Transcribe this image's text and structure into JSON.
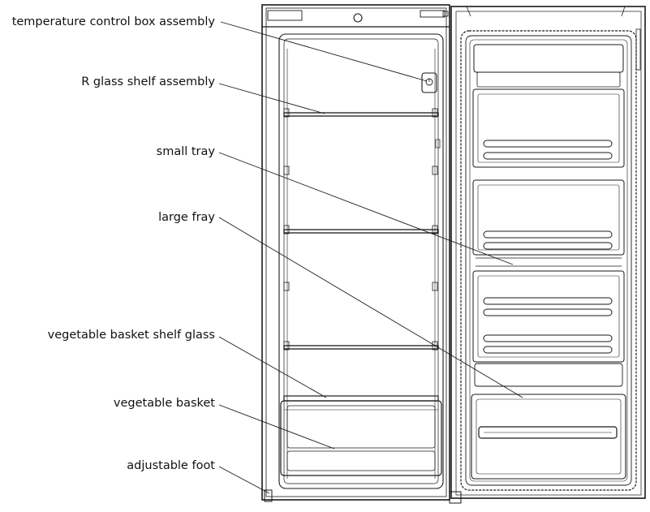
{
  "labels": {
    "temperature_control": "temperature control box assembly",
    "r_glass_shelf": "R glass shelf assembly",
    "small_tray": "small tray",
    "large_fray": "large fray",
    "vegetable_shelf_glass": "vegetable basket shelf glass",
    "vegetable_basket": "vegetable basket",
    "adjustable_foot": "adjustable foot"
  },
  "colors": {
    "line": "#1a1a1a",
    "background": "#ffffff"
  }
}
